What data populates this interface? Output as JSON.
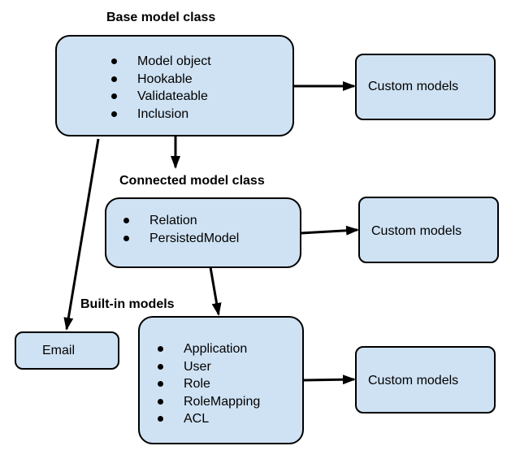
{
  "base": {
    "heading": "Base model class",
    "items": [
      "Model object",
      "Hookable",
      "Validateable",
      "Inclusion"
    ]
  },
  "connected": {
    "heading": "Connected model class",
    "items": [
      "Relation",
      "PersistedModel"
    ]
  },
  "builtin": {
    "heading": "Built-in models",
    "items": [
      "Application",
      "User",
      "Role",
      "RoleMapping",
      "ACL"
    ]
  },
  "email": {
    "label": "Email"
  },
  "custom_models": [
    {
      "label": "Custom models"
    },
    {
      "label": "Custom models"
    },
    {
      "label": "Custom models"
    }
  ],
  "colors": {
    "box_fill": "#cfe2f3",
    "stroke": "#000000"
  }
}
